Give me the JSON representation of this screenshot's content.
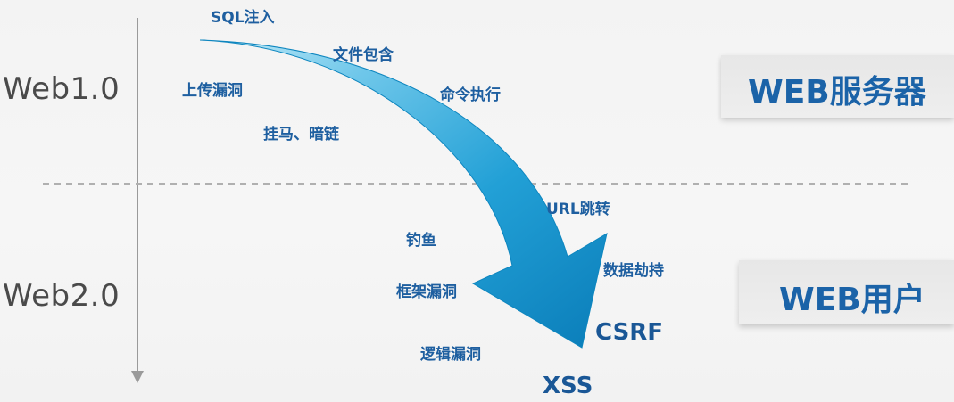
{
  "eras": {
    "web1": "Web1.0",
    "web2": "Web2.0"
  },
  "vulnerabilities": {
    "sql_injection": "SQL注入",
    "file_inclusion": "文件包含",
    "upload_vuln": "上传漏洞",
    "command_exec": "命令执行",
    "trojan_darklink": "挂马、暗链",
    "url_redirect": "URL跳转",
    "phishing": "钓鱼",
    "data_hijack": "数据劫持",
    "framework_vuln": "框架漏洞",
    "csrf": "CSRF",
    "logic_vuln": "逻辑漏洞",
    "xss": "XSS"
  },
  "targets": {
    "server": "WEB服务器",
    "user": "WEB用户"
  },
  "colors": {
    "arrow_light": "#8fd6ef",
    "arrow_mid": "#2aa6d8",
    "arrow_dark": "#0b7fb8",
    "label_blue": "#1e5fa0",
    "divider": "#b0b0b0",
    "axis": "#9a9a9a"
  }
}
